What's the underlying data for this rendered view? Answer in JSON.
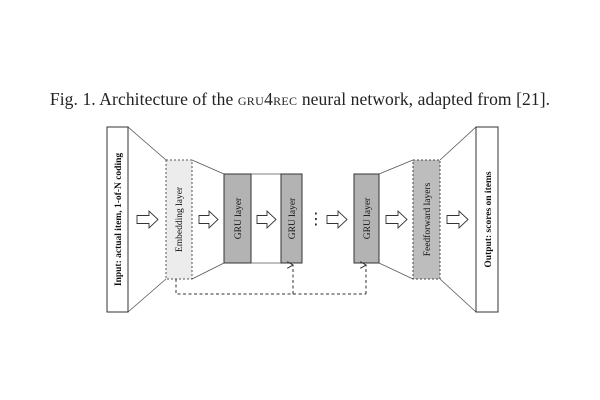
{
  "caption": {
    "prefix": "Fig. 1.  Architecture of the ",
    "model_name": "gru4rec",
    "suffix": " neural network, adapted from [21]."
  },
  "diagram": {
    "input_label": "Input: actual item, 1-of-N coding",
    "embedding_label": "Embedding layer",
    "gru_label_1": "GRU layer",
    "gru_label_2": "GRU layer",
    "gru_label_3": "GRU layer",
    "feedforward_label": "Feedforward layers",
    "output_label": "Output: scores on items",
    "ellipsis": "⋮",
    "colors": {
      "gru_fill": "#b3b3b3",
      "embedding_fill": "#ececec",
      "feedforward_fill": "#bdbdbd",
      "stroke": "#333333"
    }
  }
}
